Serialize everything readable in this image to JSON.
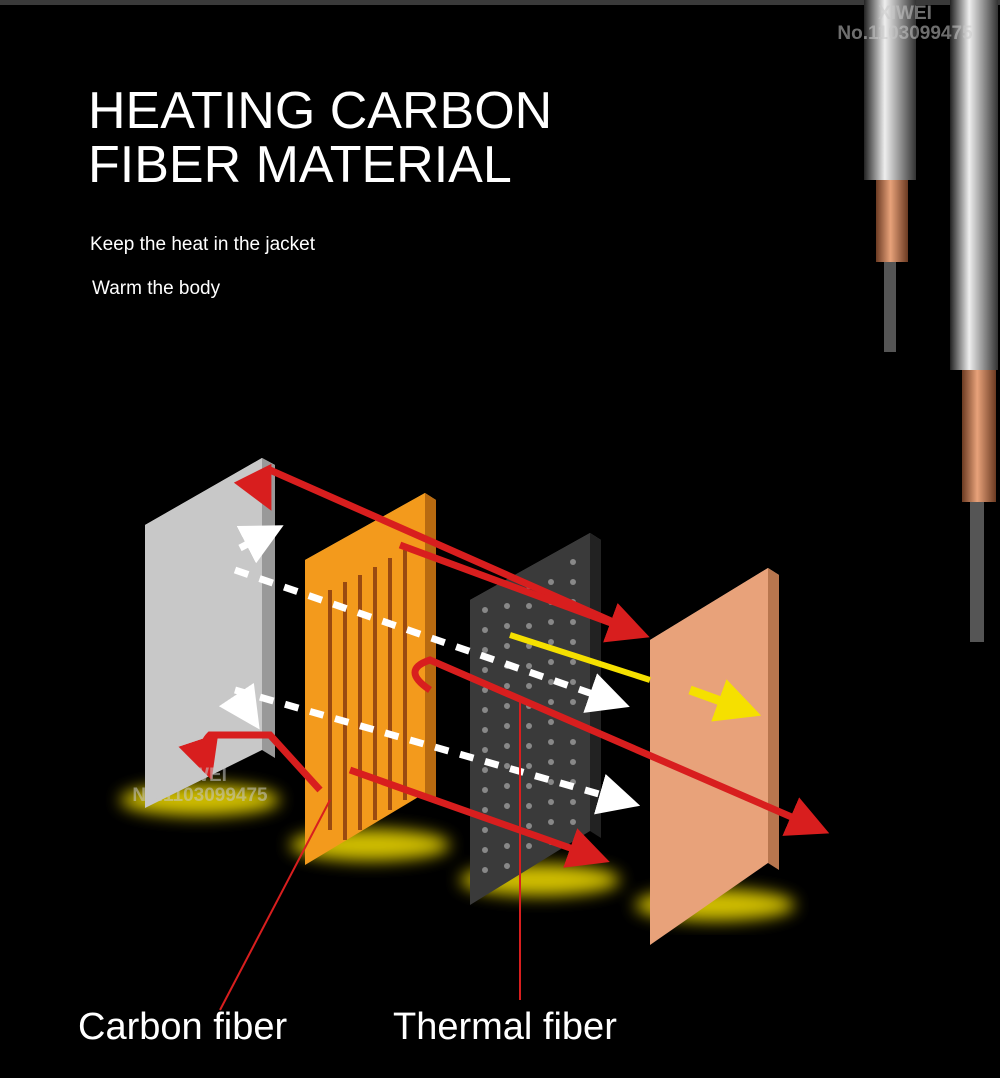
{
  "title": {
    "line1": "HEATING CARBON",
    "line2": "FIBER MATERIAL"
  },
  "subtitles": [
    "Keep the heat in the jacket",
    "Warm the body"
  ],
  "labels": {
    "left": "Carbon fiber",
    "right": "Thermal fiber"
  },
  "watermark": {
    "brand": "XIWEI",
    "number": "No.1103099475"
  },
  "colors": {
    "background": "#000000",
    "arrow_red": "#d81e1e",
    "orange_layer": "#f39a1c",
    "gray_layer": "#c8c8c8",
    "dark_layer": "#3a3a3a",
    "skin_layer": "#e8a27a",
    "glow": "#f5e000"
  }
}
